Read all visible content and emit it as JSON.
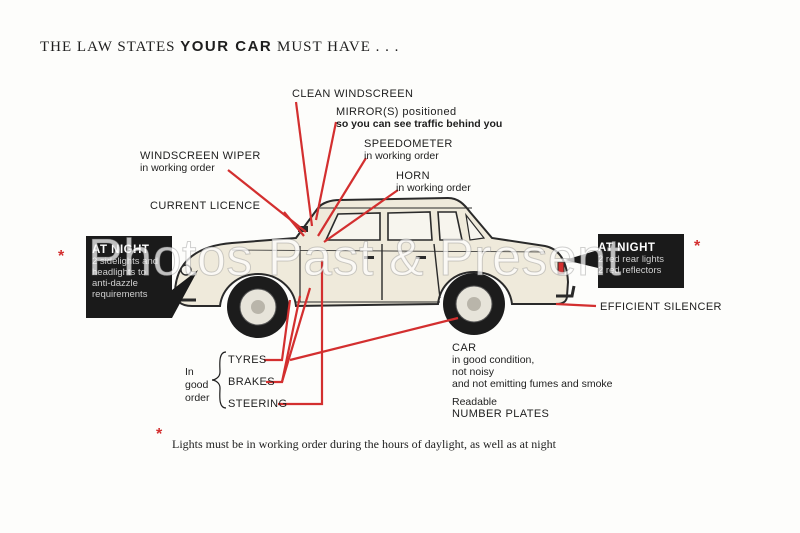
{
  "title": {
    "prefix": "THE LAW STATES ",
    "bold": "YOUR CAR",
    "suffix": " MUST HAVE . . ."
  },
  "labels": {
    "clean_windscreen": "CLEAN WINDSCREEN",
    "mirrors": "MIRROR(S) positioned",
    "mirrors_sub": "so you can see traffic behind you",
    "speedometer": "SPEEDOMETER",
    "speedometer_sub": "in working order",
    "horn": "HORN",
    "horn_sub": "in working order",
    "wiper": "WINDSCREEN WIPER",
    "wiper_sub": "in working order",
    "licence": "CURRENT LICENCE",
    "silencer": "EFFICIENT SILENCER",
    "tyres": "TYRES",
    "brakes": "BRAKES",
    "steering": "STEERING",
    "in_good_order": [
      "In",
      "good",
      "order"
    ],
    "car": "CAR",
    "car_lines": [
      "in good condition,",
      "not noisy",
      "and not emitting fumes and smoke"
    ],
    "readable": "Readable",
    "number_plates": "NUMBER PLATES"
  },
  "front_panel": {
    "heading": "AT NIGHT",
    "lines": [
      "2 sidelights and",
      "headlights to",
      "anti-dazzle",
      "requirements"
    ]
  },
  "rear_panel": {
    "heading": "AT NIGHT",
    "lines": [
      "2 red rear lights",
      "2 red reflectors"
    ]
  },
  "asterisk": "*",
  "footnote": "Lights must be in working order during the hours of daylight, as well as at night",
  "watermark": "Photos Past & Present",
  "colors": {
    "leader": "#d32f2f",
    "car_body": "#efeadb",
    "outline": "#2a2a2a",
    "panel": "#1a1a1a"
  }
}
